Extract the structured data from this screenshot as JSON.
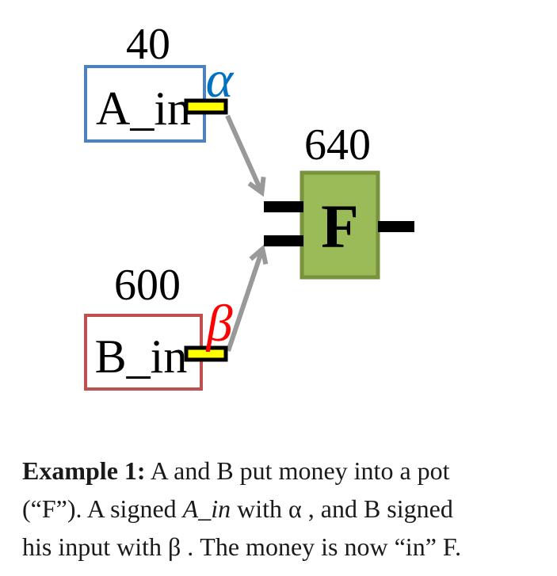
{
  "colors": {
    "node_a_border": "#4F81BD",
    "node_b_border": "#C0504D",
    "pot_fill": "#9BBB59",
    "pot_border": "#77933C",
    "pin_fill": "#FFFF00",
    "pin_border": "#000000",
    "io_pin_fill": "#000000",
    "arrow_gray": "#999999",
    "alpha_blue": "#0070C0",
    "beta_red": "#FF0000",
    "box_fill": "#FFFFFF"
  },
  "diagram": {
    "node_a": {
      "amount": "40",
      "label": "A_in",
      "signature": "α"
    },
    "node_b": {
      "amount": "600",
      "label": "B_in",
      "signature": "β"
    },
    "pot": {
      "amount": "640",
      "label": "F"
    }
  },
  "caption": {
    "title": "Example 1:",
    "line1_rest": " A and B put money into a pot",
    "line2_pre": "(“F”). A signed ",
    "line2_italic": "A_in",
    "line2_post": " with α , and B signed",
    "line3": "his input with β . The money is now “in” F."
  }
}
